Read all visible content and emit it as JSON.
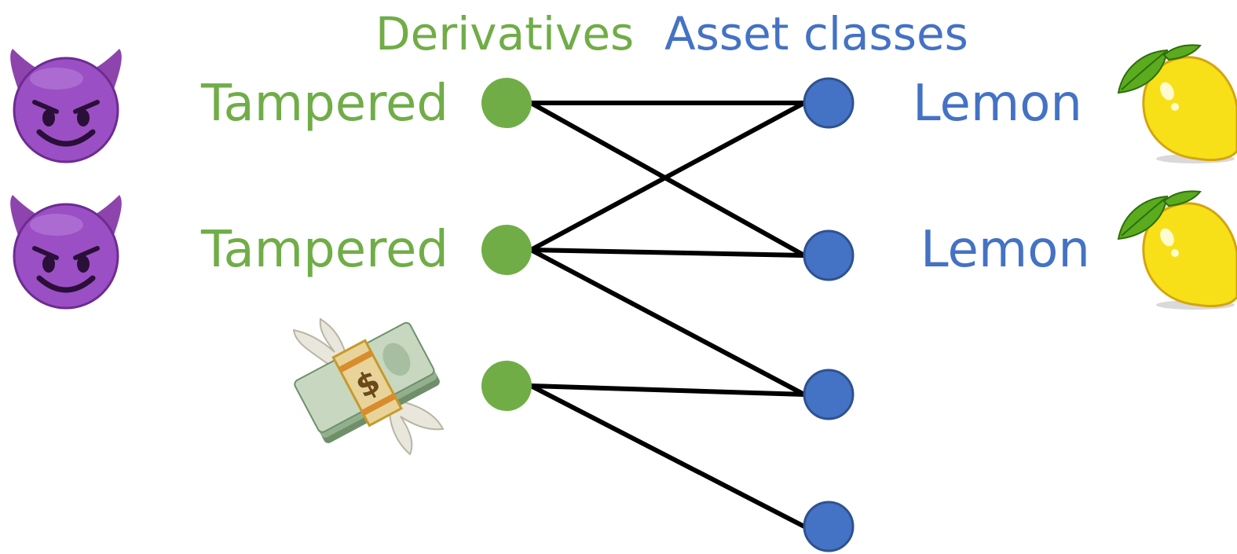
{
  "headers": {
    "derivatives": "Derivatives",
    "asset_classes": "Asset classes"
  },
  "derivatives": [
    {
      "label": "Tampered",
      "icon": "devil-face-icon"
    },
    {
      "label": "Tampered",
      "icon": "devil-face-icon"
    },
    {
      "label": "",
      "icon": "flying-money-icon"
    }
  ],
  "assets": [
    {
      "label": "Lemon",
      "icon": "lemon-icon"
    },
    {
      "label": "Lemon",
      "icon": "lemon-icon"
    },
    {
      "label": "",
      "icon": ""
    },
    {
      "label": "",
      "icon": ""
    }
  ],
  "edges": [
    {
      "from": 0,
      "to": 0
    },
    {
      "from": 0,
      "to": 1
    },
    {
      "from": 1,
      "to": 0
    },
    {
      "from": 1,
      "to": 1
    },
    {
      "from": 1,
      "to": 2
    },
    {
      "from": 2,
      "to": 2
    },
    {
      "from": 2,
      "to": 3
    }
  ],
  "colors": {
    "derivative_node": "#70ad47",
    "asset_node": "#4472c4",
    "asset_node_stroke": "#2f528f",
    "edge": "#000000",
    "derivative_text": "#70ad47",
    "asset_text": "#4472c4"
  }
}
